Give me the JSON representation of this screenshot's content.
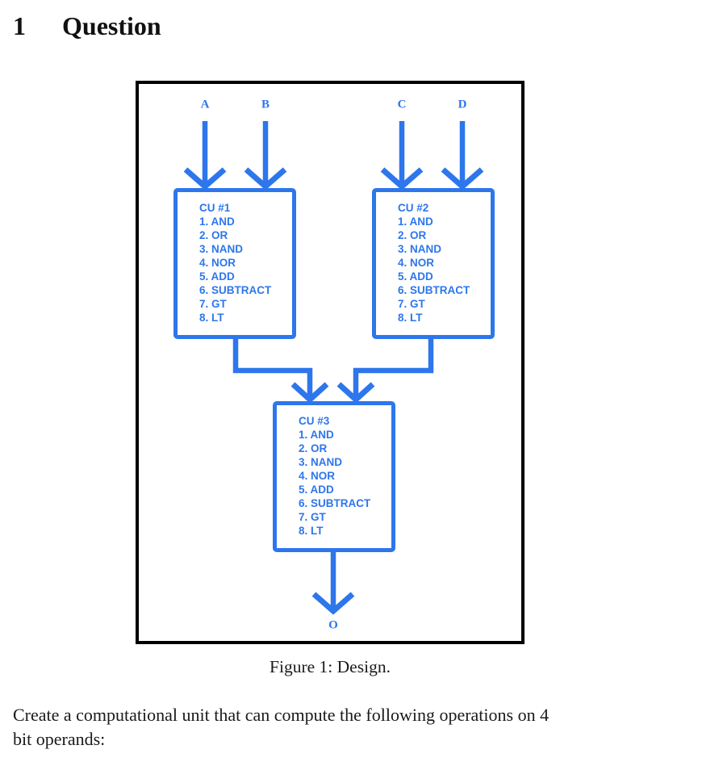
{
  "heading": {
    "number": "1",
    "title": "Question"
  },
  "figure": {
    "accent_color": "#2d76ec",
    "border_color": "#000000",
    "caption": "Figure 1: Design.",
    "inputs": {
      "a": "A",
      "b": "B",
      "c": "C",
      "d": "D"
    },
    "output": {
      "label": "O"
    },
    "cu1": {
      "title": "CU #1",
      "ops": [
        "1. AND",
        "2. OR",
        "3. NAND",
        "4. NOR",
        "5. ADD",
        "6. SUBTRACT",
        "7. GT",
        "8. LT"
      ]
    },
    "cu2": {
      "title": "CU #2",
      "ops": [
        "1. AND",
        "2. OR",
        "3. NAND",
        "4. NOR",
        "5. ADD",
        "6. SUBTRACT",
        "7. GT",
        "8. LT"
      ]
    },
    "cu3": {
      "title": "CU #3",
      "ops": [
        "1. AND",
        "2. OR",
        "3. NAND",
        "4. NOR",
        "5. ADD",
        "6. SUBTRACT",
        "7. GT",
        "8. LT"
      ]
    }
  },
  "body": {
    "line1": "Create a computational unit that can compute the following operations on 4",
    "line2": "bit operands:"
  }
}
